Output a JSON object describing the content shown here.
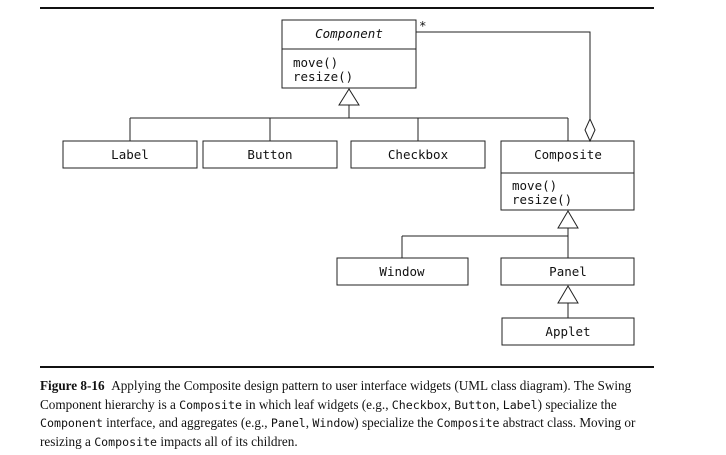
{
  "diagram": {
    "classes": {
      "component": {
        "name": "Component",
        "ops": [
          "move()",
          "resize()"
        ]
      },
      "label": {
        "name": "Label"
      },
      "button": {
        "name": "Button"
      },
      "checkbox": {
        "name": "Checkbox"
      },
      "composite": {
        "name": "Composite",
        "ops": [
          "move()",
          "resize()"
        ]
      },
      "window": {
        "name": "Window"
      },
      "panel": {
        "name": "Panel"
      },
      "applet": {
        "name": "Applet"
      }
    },
    "multiplicity": "*"
  },
  "caption": {
    "label": "Figure 8-16",
    "lead": "Applying the Composite design pattern to user interface widgets (UML class diagram). The Swing Component hierarchy is a ",
    "code1": "Composite",
    "mid1": " in which leaf widgets (e.g., ",
    "code2": "Checkbox",
    "sep1": ", ",
    "code3": "Button",
    "sep2": ", ",
    "code4": "Label",
    "mid2": ") specialize the ",
    "code5": "Component",
    "mid3": " interface, and aggregates (e.g., ",
    "code6": "Panel",
    "sep3": ", ",
    "code7": "Window",
    "mid4": ") specialize the ",
    "code8": "Composite",
    "mid5": " abstract class. Moving or resizing a ",
    "code9": "Composite",
    "tail": " impacts all of its children."
  }
}
